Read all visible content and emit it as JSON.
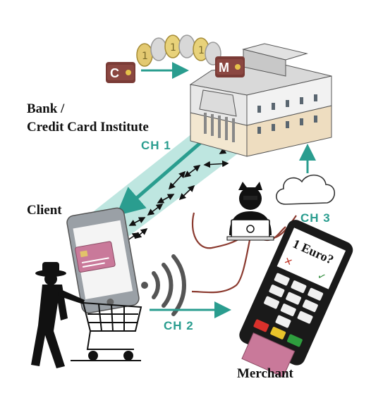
{
  "labels": {
    "bank_line1": "Bank /",
    "bank_line2": "Credit Card Institute",
    "client": "Client",
    "merchant": "Merchant"
  },
  "channels": {
    "ch1": "CH 1",
    "ch2": "CH 2",
    "ch3": "CH 3"
  },
  "wallets": {
    "client_letter": "C",
    "merchant_letter": "M"
  },
  "coins": {
    "denomination": "1"
  },
  "terminal": {
    "screen_text": "1 Euro?"
  },
  "colors": {
    "channel": "#2a9d8f",
    "channel_band": "#a8ded6",
    "wire": "#8b3a2f",
    "card": "#c9799a",
    "wallet": "#7a3b36",
    "coin": "#e8d27a"
  }
}
